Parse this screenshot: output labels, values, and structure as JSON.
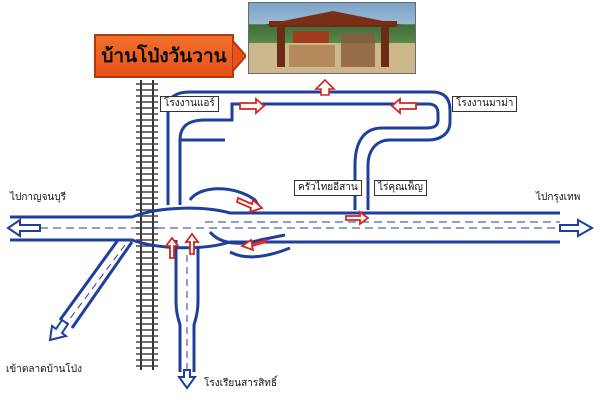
{
  "title": "บ้านโป่งวันวาน",
  "places": {
    "ice_factory": "โรงงานแอร์",
    "mama_factory": "โรงงานมาม่า",
    "thai_kitchen": "ครัวไทยอีสาน",
    "khun_phen_farm": "ไร่คุณเพ็ญ",
    "school": "โรงเรียนสารสิทธิ์"
  },
  "directions": {
    "west": "ไปกาญจนบุรี",
    "east": "ไปกรุงเทพ",
    "market": "เข้าตลาดบ้านโป่ง"
  },
  "colors": {
    "road": "#1e3f9c",
    "route_arrow": "#d9241e",
    "banner": "#f26f2a"
  }
}
